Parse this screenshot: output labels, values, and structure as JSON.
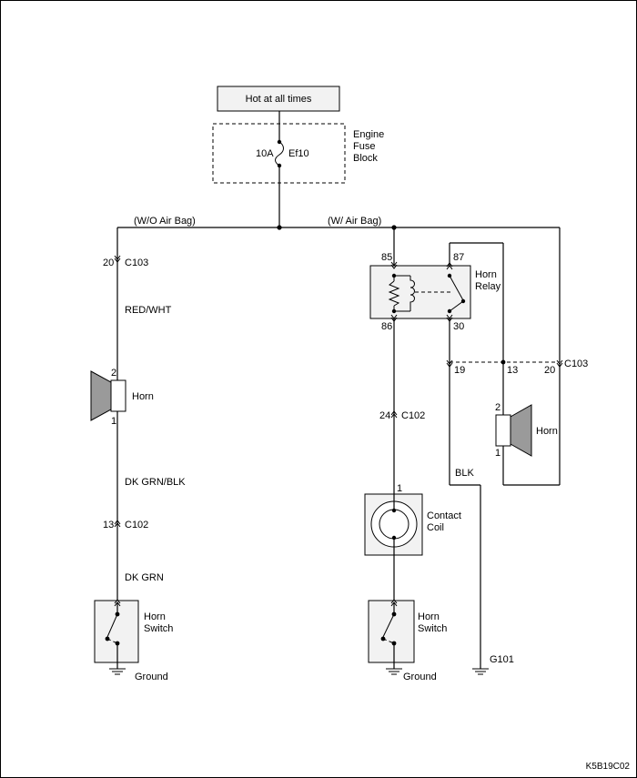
{
  "power": {
    "label": "Hot at all times"
  },
  "fuse": {
    "rating": "10A",
    "name": "Ef10",
    "block_line1": "Engine",
    "block_line2": "Fuse",
    "block_line3": "Block"
  },
  "branches": {
    "without_airbag": "(W/O Air Bag)",
    "with_airbag": "(W/ Air Bag)"
  },
  "left_circuit": {
    "conn1_pin": "20",
    "conn1_name": "C103",
    "wire1": "RED/WHT",
    "horn_pin_top": "2",
    "horn_label": "Horn",
    "horn_pin_bottom": "1",
    "wire2": "DK GRN/BLK",
    "conn2_pin": "13",
    "conn2_name": "C102",
    "wire3": "DK GRN",
    "switch_line1": "Horn",
    "switch_line2": "Switch",
    "ground": "Ground"
  },
  "right_circuit": {
    "relay_pin85": "85",
    "relay_pin87": "87",
    "relay_pin86": "86",
    "relay_pin30": "30",
    "relay_line1": "Horn",
    "relay_line2": "Relay",
    "c103_pin19": "19",
    "c103_pin13": "13",
    "c103_pin20": "20",
    "c103_name": "C103",
    "horn_pin_top": "2",
    "horn_label": "Horn",
    "horn_pin_bottom": "1",
    "conn_pin": "24",
    "conn_name": "C102",
    "ground_wire": "BLK",
    "coil_pin": "1",
    "coil_line1": "Contact",
    "coil_line2": "Coil",
    "switch_line1": "Horn",
    "switch_line2": "Switch",
    "ground": "Ground",
    "ground_point": "G101"
  },
  "figure_code": "K5B19C02"
}
